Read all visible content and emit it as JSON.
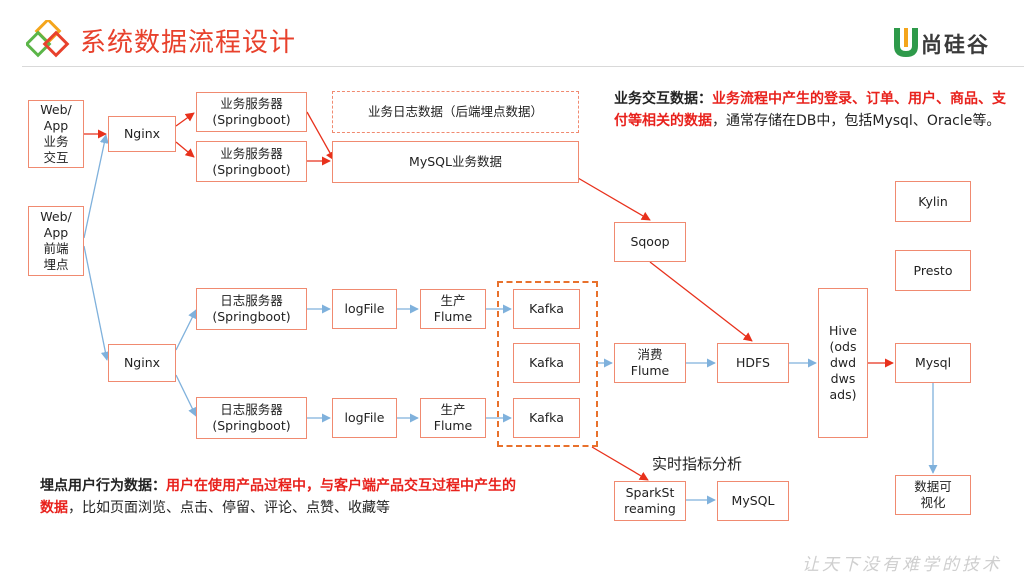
{
  "header": {
    "title": "系统数据流程设计",
    "brand": "尚硅谷"
  },
  "nodes": {
    "web_app_interact": "Web/\nApp\n业务\n交互",
    "web_app_track": "Web/\nApp\n前端\n埋点",
    "nginx_top": "Nginx",
    "nginx_bottom": "Nginx",
    "biz_server_1": "业务服务器\n(Springboot)",
    "biz_server_2": "业务服务器\n(Springboot)",
    "biz_log_data": "业务日志数据（后端埋点数据）",
    "mysql_biz": "MySQL业务数据",
    "sqoop": "Sqoop",
    "log_server_1": "日志服务器\n(Springboot)",
    "log_server_2": "日志服务器\n(Springboot)",
    "logfile_1": "logFile",
    "logfile_2": "logFile",
    "flume_prod_1": "生产\nFlume",
    "flume_prod_2": "生产\nFlume",
    "kafka_1": "Kafka",
    "kafka_2": "Kafka",
    "kafka_3": "Kafka",
    "flume_consume": "消费\nFlume",
    "hdfs": "HDFS",
    "hive": "Hive\n(ods\ndwd\ndws\nads)",
    "kylin": "Kylin",
    "presto": "Presto",
    "mysql_out": "Mysql",
    "visual": "数据可\n视化",
    "spark_streaming": "SparkSt\nreaming",
    "mysql_rt": "MySQL"
  },
  "labels": {
    "realtime": "实时指标分析"
  },
  "notes": {
    "biz": {
      "lead": "业务交互数据：",
      "highlight": "业务流程中产生的登录、订单、用户、商品、支付等相关的数据",
      "rest": "，通常存储在DB中，包括Mysql、Oracle等。"
    },
    "track": {
      "lead": "埋点用户行为数据：",
      "highlight": "用户在使用产品过程中，与客户端产品交互过程中产生的数据",
      "rest": "，比如页面浏览、点击、停留、评论、点赞、收藏等"
    }
  },
  "footer": {
    "slogan": "让天下没有难学的技术"
  },
  "colors": {
    "accent_red": "#e8412c",
    "box_border": "#f08a70",
    "arrow_blue": "#7fb1dc",
    "arrow_red": "#e8311c",
    "logo_green": "#2e9a4a"
  }
}
